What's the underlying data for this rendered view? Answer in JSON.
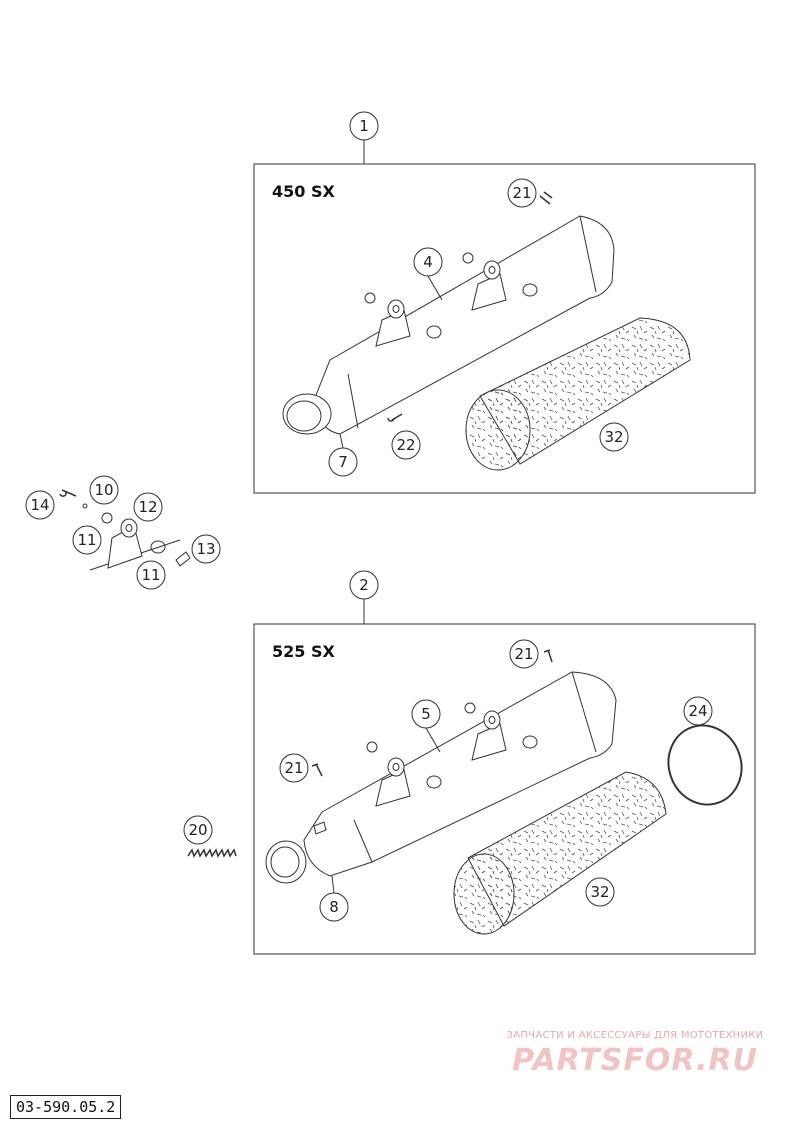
{
  "diagram": {
    "groups": [
      {
        "callout": "1",
        "model_label": "450 SX"
      },
      {
        "callout": "2",
        "model_label": "525 SX"
      }
    ],
    "callouts": {
      "c1": "1",
      "c2": "2",
      "c4": "4",
      "c5": "5",
      "c7": "7",
      "c8": "8",
      "c10": "10",
      "c11a": "11",
      "c11b": "11",
      "c12": "12",
      "c13": "13",
      "c14": "14",
      "c20": "20",
      "c21a": "21",
      "c21b": "21",
      "c21c": "21",
      "c22": "22",
      "c24": "24",
      "c32a": "32",
      "c32b": "32"
    }
  },
  "footer": {
    "doc_ref": "03-590.05.2",
    "watermark_tagline": "ЗАПЧАСТИ И АКСЕССУАРЫ ДЛЯ МОТОТЕХНИКИ",
    "watermark_site": "PARTSFOR.RU"
  },
  "colors": {
    "line": "#333333",
    "watermark": "#f2c3c3"
  }
}
